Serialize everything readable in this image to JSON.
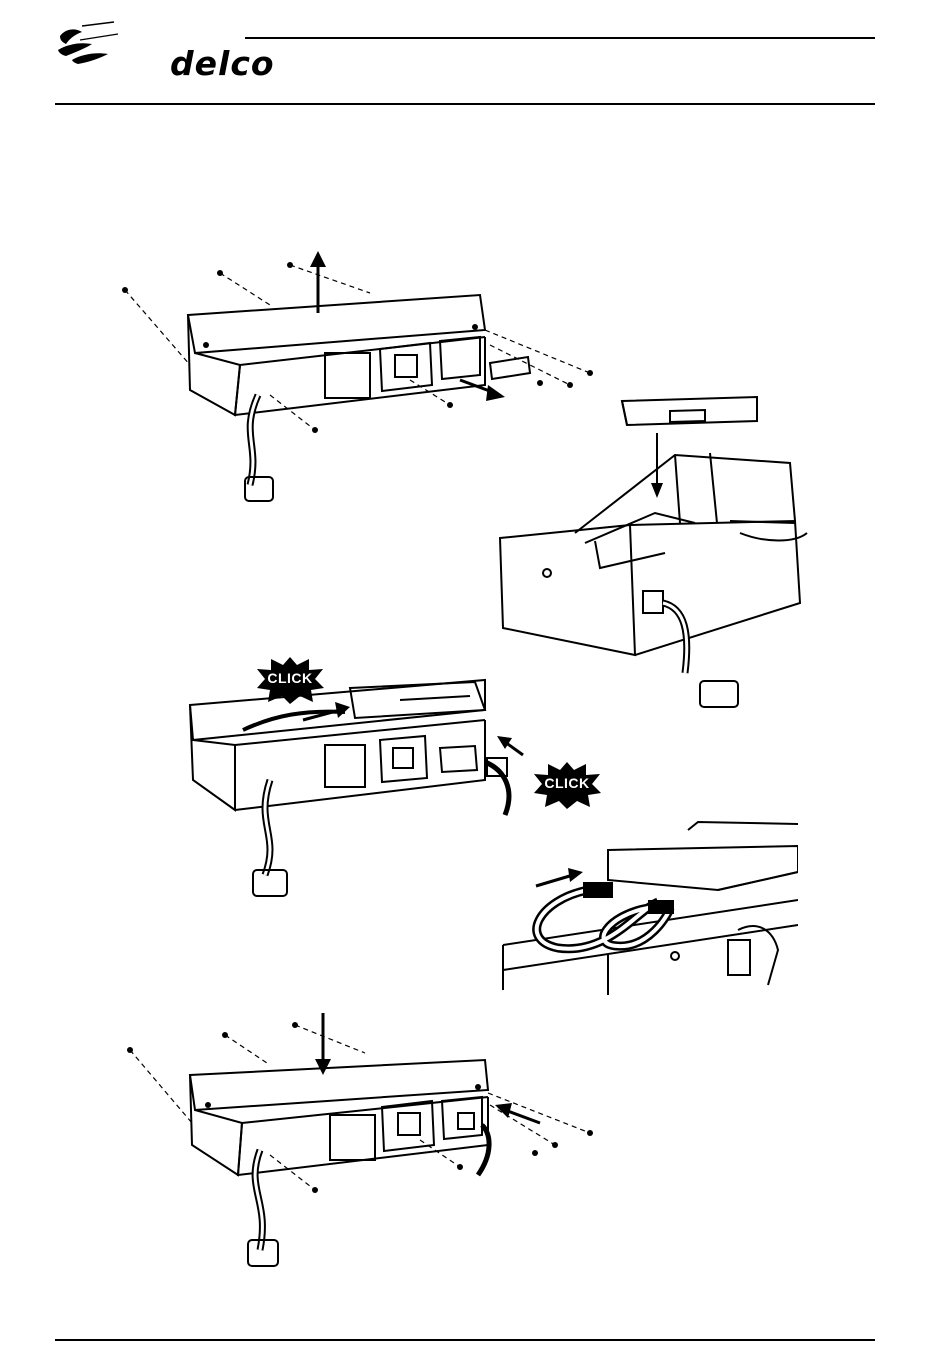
{
  "header": {
    "brand": "delco"
  },
  "steps": {
    "click_top": "CLICK",
    "click_right": "CLICK"
  }
}
